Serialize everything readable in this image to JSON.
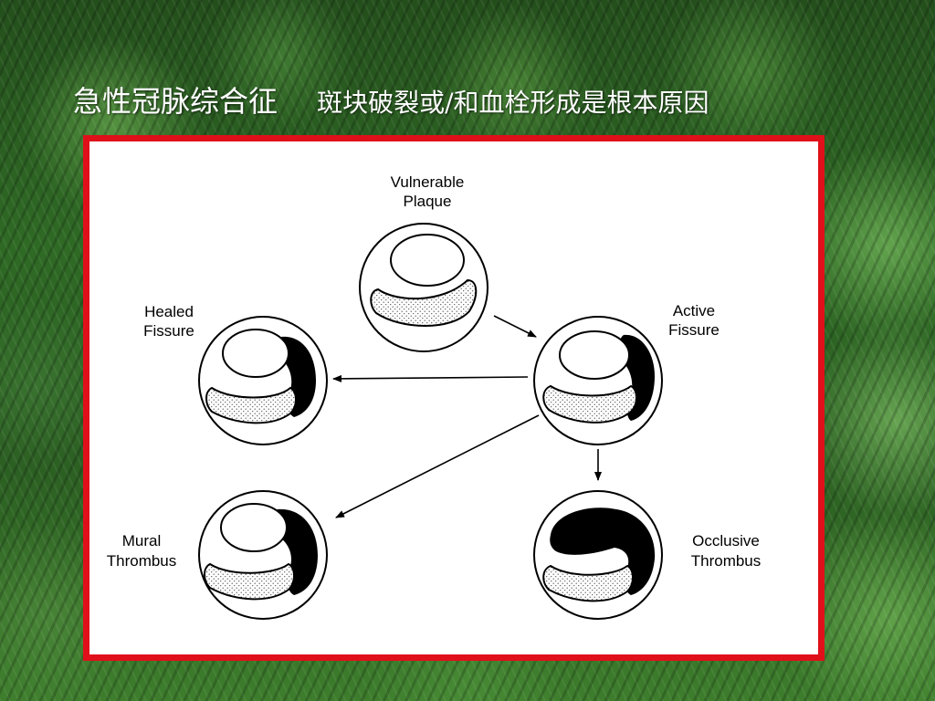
{
  "slide": {
    "title_main": "急性冠脉综合征",
    "title_sub": "斑块破裂或/和血栓形成是根本原因"
  },
  "diagram": {
    "vulnerable_plaque": {
      "label_line1": "Vulnerable",
      "label_line2": "Plaque"
    },
    "active_fissure": {
      "label_line1": "Active",
      "label_line2": "Fissure"
    },
    "healed_fissure": {
      "label_line1": "Healed",
      "label_line2": "Fissure"
    },
    "mural_thrombus": {
      "label_line1": "Mural",
      "label_line2": "Thrombus"
    },
    "occlusive_thrombus": {
      "label_line1": "Occlusive",
      "label_line2": "Thrombus"
    }
  },
  "colors": {
    "frame_border": "#e0101a",
    "title_text": "#ffffff",
    "ink": "#000000"
  }
}
